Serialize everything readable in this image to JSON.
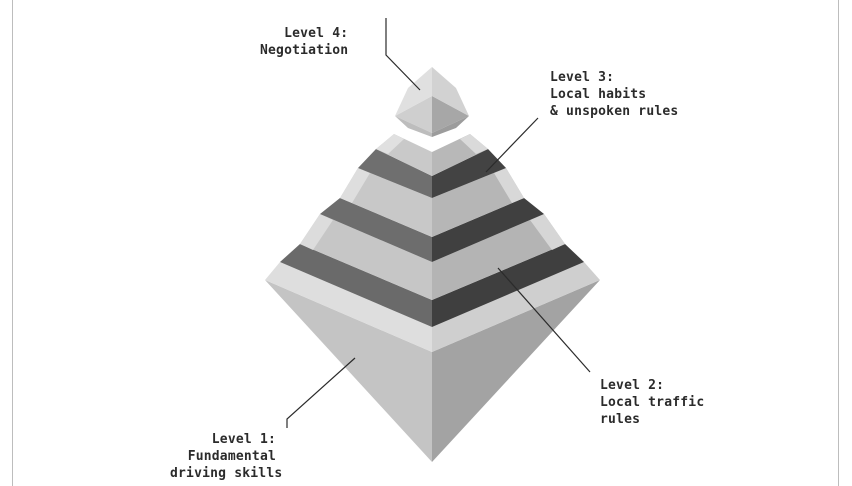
{
  "levels": [
    {
      "id": 1,
      "lines": [
        "Level 1:",
        "Fundamental",
        "driving skills"
      ]
    },
    {
      "id": 2,
      "lines": [
        "Level 2:",
        "Local traffic",
        "rules"
      ]
    },
    {
      "id": 3,
      "lines": [
        "Level 3:",
        "Local habits",
        "& unspoken rules"
      ]
    },
    {
      "id": 4,
      "lines": [
        "Level 4:",
        "Negotiation"
      ]
    }
  ],
  "colors": {
    "face_left": "#c9c9c9",
    "face_right": "#a8a8a8",
    "edge_highlight": "#e4e4e4",
    "ledge_left": "#6d6d6d",
    "ledge_right": "#3f3f3f",
    "leader": "#2b2b2b"
  }
}
